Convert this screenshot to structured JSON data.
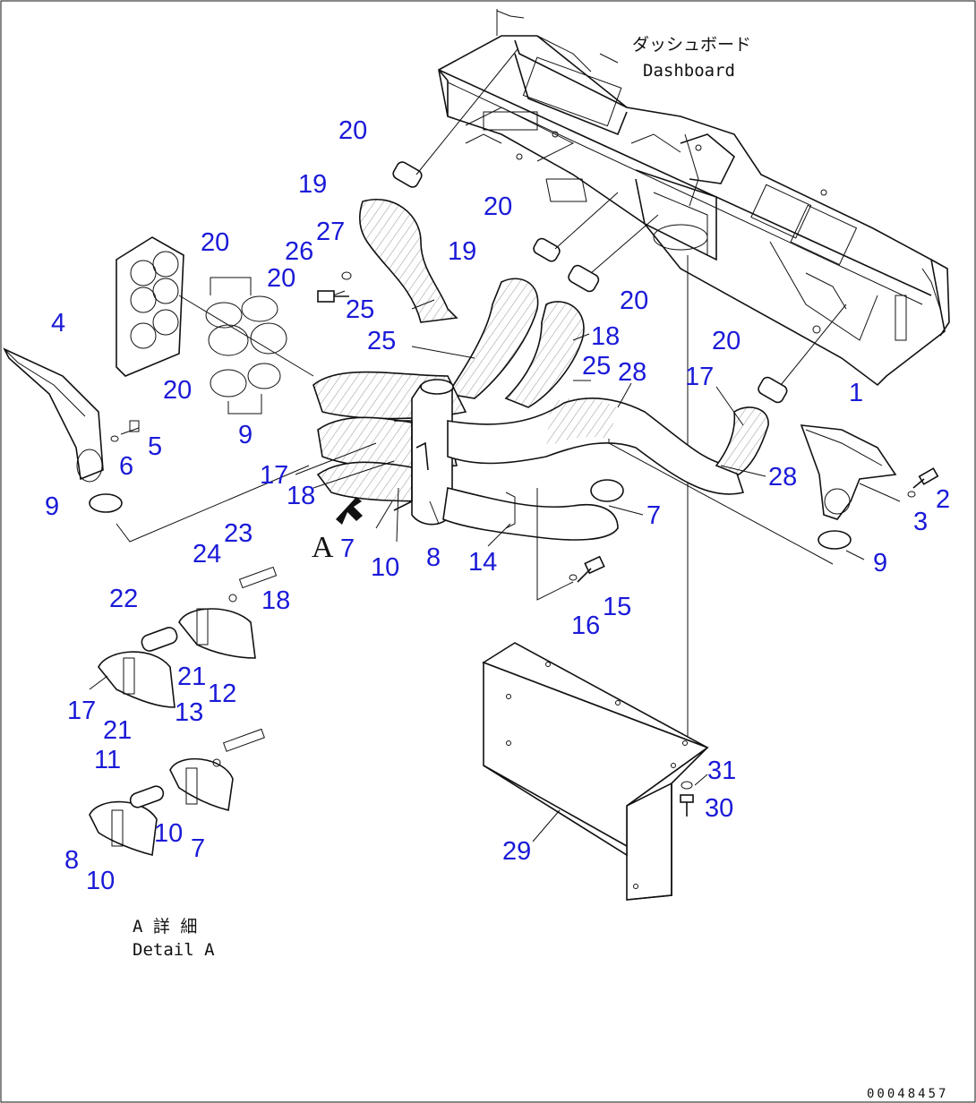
{
  "labels": {
    "dashboard_jp": "ダッシュボード",
    "dashboard_en": "Dashboard",
    "detail_jp": "A 詳 細",
    "detail_en": "Detail A",
    "view_marker": "A",
    "drawing_number": "00048457"
  },
  "callouts": {
    "c1": "1",
    "c2": "2",
    "c3": "3",
    "c4": "4",
    "c5": "5",
    "c6": "6",
    "c7a": "7",
    "c7b": "7",
    "c7c": "7",
    "c8a": "8",
    "c8b": "8",
    "c9a": "9",
    "c9b": "9",
    "c9c": "9",
    "c10a": "10",
    "c10b": "10",
    "c10c": "10",
    "c11": "11",
    "c12": "12",
    "c13": "13",
    "c14": "14",
    "c15": "15",
    "c16": "16",
    "c17a": "17",
    "c17b": "17",
    "c17c": "17",
    "c18a": "18",
    "c18b": "18",
    "c18c": "18",
    "c19a": "19",
    "c19b": "19",
    "c20a": "20",
    "c20b": "20",
    "c20c": "20",
    "c20d": "20",
    "c20e": "20",
    "c20f": "20",
    "c20g": "20",
    "c21a": "21",
    "c21b": "21",
    "c22": "22",
    "c23": "23",
    "c24": "24",
    "c25a": "25",
    "c25b": "25",
    "c25c": "25",
    "c26": "26",
    "c27": "27",
    "c28a": "28",
    "c28b": "28",
    "c29": "29",
    "c30": "30",
    "c31": "31"
  },
  "colors": {
    "callout": "#1a1ad8",
    "line": "#111111",
    "background": "#ffffff"
  }
}
